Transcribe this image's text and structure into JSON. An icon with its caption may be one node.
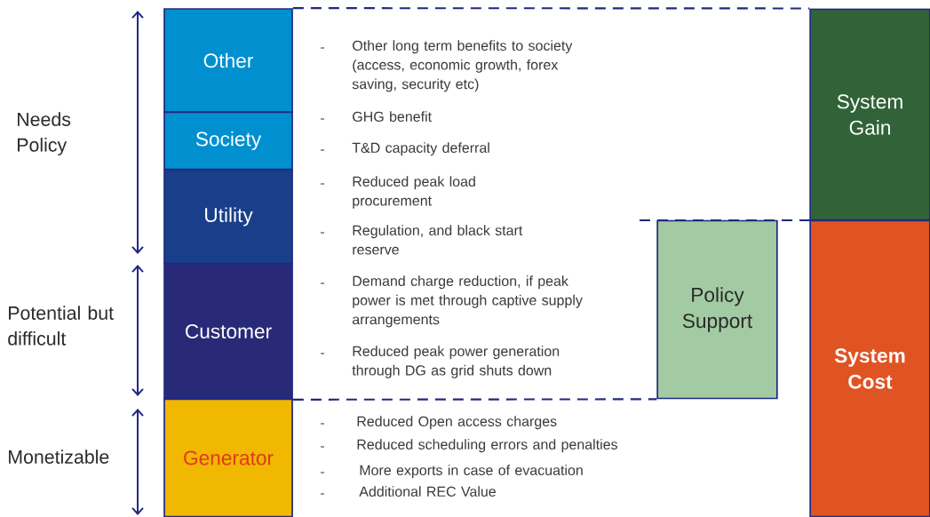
{
  "diagram": {
    "nodes": [
      {
        "text": [
          "Other"
        ]
      },
      {
        "text": [
          "Society"
        ]
      },
      {
        "text": [
          "Utility"
        ]
      },
      {
        "text": [
          "Customer"
        ]
      },
      {
        "text": [
          "Generator"
        ]
      },
      {
        "text": [
          "Policy Support"
        ]
      },
      {
        "text": [
          "System Gain"
        ]
      },
      {
        "text": [
          "System Cost"
        ]
      }
    ],
    "edges": [
      {
        "from": 0,
        "to": 6,
        "arrow": "none",
        "style": "dashed"
      },
      {
        "from": 3,
        "to": 5,
        "arrow": "none",
        "style": "dashed"
      }
    ],
    "labels": [
      "Needs Policy",
      "Potential but difficult",
      "Monetizable",
      "Other long term benefits to society (access, economic growth, forex saving, security etc)",
      "GHG benefit",
      "T&D capacity deferral",
      "Reduced peak load procurement",
      "Regulation, and black start reserve",
      "Demand charge reduction, if peak power is met through captive supply arrangements",
      "Reduced peak power generation through DG as grid shuts down",
      "Reduced Open access charges",
      "Reduced scheduling errors and penalties",
      "More exports in case of evacuation",
      "Additional REC Value"
    ]
  }
}
